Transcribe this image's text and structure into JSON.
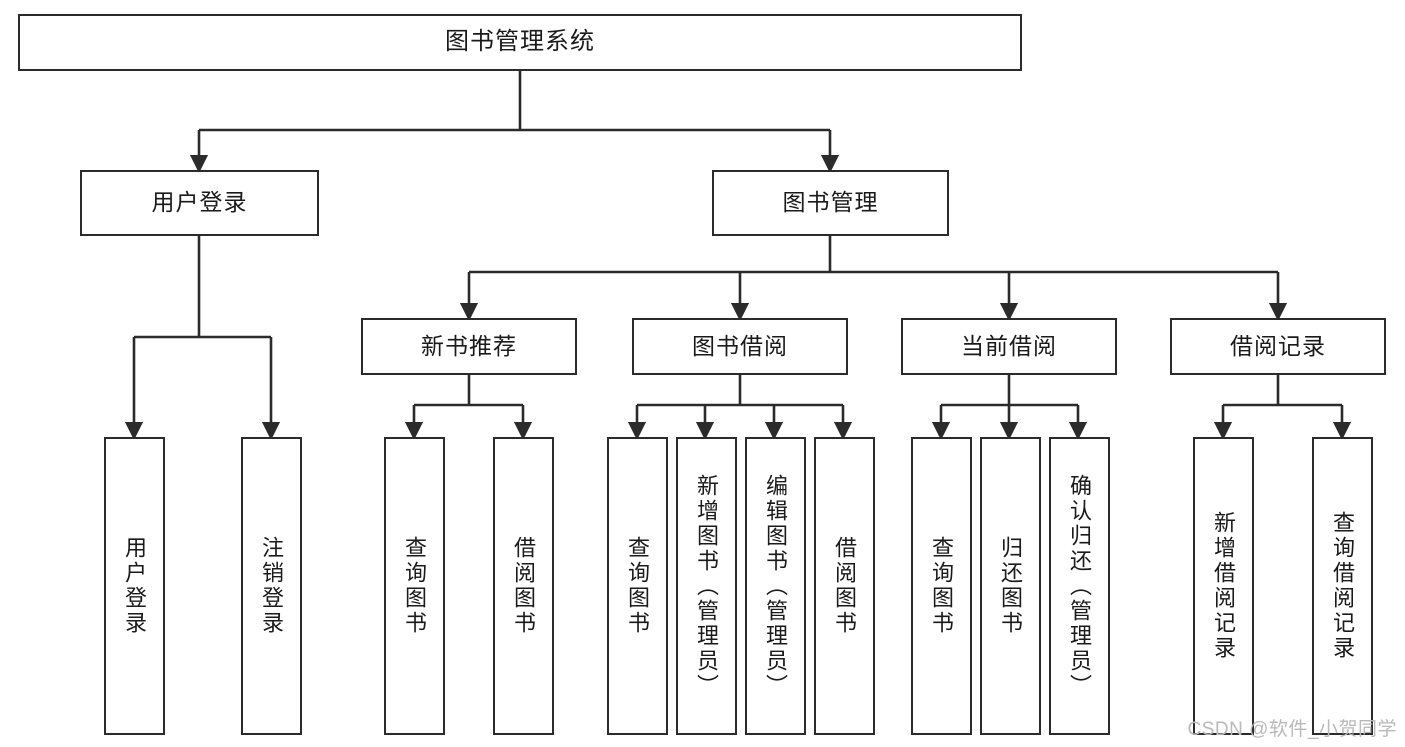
{
  "diagram": {
    "title": "图书管理系统",
    "type": "hierarchy-tree",
    "watermark": "CSDN @软件_小贺同学",
    "colors": {
      "stroke": "#2b2b2b",
      "fill": "#ffffff",
      "text": "#1a1a1a",
      "watermark": "#b9b9b9"
    },
    "nodes": {
      "root": {
        "label": "图书管理系统",
        "level": 1,
        "orientation": "horizontal"
      },
      "l2_user_login": {
        "label": "用户登录",
        "level": 2,
        "orientation": "horizontal"
      },
      "l2_book_manage": {
        "label": "图书管理",
        "level": 2,
        "orientation": "horizontal"
      },
      "l3_new_book_rec": {
        "label": "新书推荐",
        "level": 3,
        "orientation": "horizontal"
      },
      "l3_book_borrow": {
        "label": "图书借阅",
        "level": 3,
        "orientation": "horizontal"
      },
      "l3_current_borrow": {
        "label": "当前借阅",
        "level": 3,
        "orientation": "horizontal"
      },
      "l3_borrow_record": {
        "label": "借阅记录",
        "level": 3,
        "orientation": "horizontal"
      },
      "leaf_user_login": {
        "label": "用户登录",
        "level": 4,
        "orientation": "vertical"
      },
      "leaf_logout": {
        "label": "注销登录",
        "level": 4,
        "orientation": "vertical"
      },
      "leaf_query_book_1": {
        "label": "查询图书",
        "level": 4,
        "orientation": "vertical"
      },
      "leaf_borrow_book_1": {
        "label": "借阅图书",
        "level": 4,
        "orientation": "vertical"
      },
      "leaf_query_book_2": {
        "label": "查询图书",
        "level": 4,
        "orientation": "vertical"
      },
      "leaf_add_book": {
        "label": "新增图书（管理员）",
        "level": 4,
        "orientation": "vertical"
      },
      "leaf_edit_book": {
        "label": "编辑图书（管理员）",
        "level": 4,
        "orientation": "vertical"
      },
      "leaf_borrow_book_2": {
        "label": "借阅图书",
        "level": 4,
        "orientation": "vertical"
      },
      "leaf_query_book_3": {
        "label": "查询图书",
        "level": 4,
        "orientation": "vertical"
      },
      "leaf_return_book": {
        "label": "归还图书",
        "level": 4,
        "orientation": "vertical"
      },
      "leaf_confirm_return": {
        "label": "确认归还（管理员）",
        "level": 4,
        "orientation": "vertical"
      },
      "leaf_add_record": {
        "label": "新增借阅记录",
        "level": 4,
        "orientation": "vertical"
      },
      "leaf_query_record": {
        "label": "查询借阅记录",
        "level": 4,
        "orientation": "vertical"
      }
    },
    "edges": [
      {
        "from": "root",
        "to": "l2_user_login"
      },
      {
        "from": "root",
        "to": "l2_book_manage"
      },
      {
        "from": "l2_user_login",
        "to": "leaf_user_login"
      },
      {
        "from": "l2_user_login",
        "to": "leaf_logout"
      },
      {
        "from": "l2_book_manage",
        "to": "l3_new_book_rec"
      },
      {
        "from": "l2_book_manage",
        "to": "l3_book_borrow"
      },
      {
        "from": "l2_book_manage",
        "to": "l3_current_borrow"
      },
      {
        "from": "l2_book_manage",
        "to": "l3_borrow_record"
      },
      {
        "from": "l3_new_book_rec",
        "to": "leaf_query_book_1"
      },
      {
        "from": "l3_new_book_rec",
        "to": "leaf_borrow_book_1"
      },
      {
        "from": "l3_book_borrow",
        "to": "leaf_query_book_2"
      },
      {
        "from": "l3_book_borrow",
        "to": "leaf_add_book"
      },
      {
        "from": "l3_book_borrow",
        "to": "leaf_edit_book"
      },
      {
        "from": "l3_book_borrow",
        "to": "leaf_borrow_book_2"
      },
      {
        "from": "l3_current_borrow",
        "to": "leaf_query_book_3"
      },
      {
        "from": "l3_current_borrow",
        "to": "leaf_return_book"
      },
      {
        "from": "l3_current_borrow",
        "to": "leaf_confirm_return"
      },
      {
        "from": "l3_borrow_record",
        "to": "leaf_add_record"
      },
      {
        "from": "l3_borrow_record",
        "to": "leaf_query_record"
      }
    ]
  }
}
